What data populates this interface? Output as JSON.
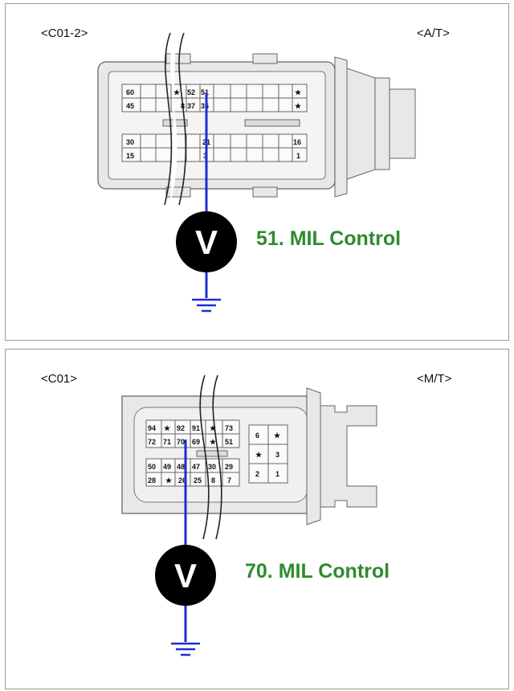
{
  "panels": [
    {
      "connector_id": "<C01-2>",
      "transmission": "<A/T>",
      "caption": "51. MIL Control",
      "pins_row1": [
        "60",
        "★",
        "52",
        "51",
        "★"
      ],
      "pins_row2": [
        "45",
        "8",
        "37",
        "36",
        "★"
      ],
      "pins_row3": [
        "30",
        "21",
        "16"
      ],
      "pins_row4": [
        "15",
        "3",
        "1"
      ],
      "meter_symbol": "V"
    },
    {
      "connector_id": "<C01>",
      "transmission": "<M/T>",
      "caption": "70. MIL Control",
      "pins_row1": [
        "94",
        "★",
        "92",
        "91",
        "★",
        "73"
      ],
      "pins_row2": [
        "72",
        "71",
        "70",
        "69",
        "★",
        "51"
      ],
      "pins_row3": [
        "50",
        "49",
        "48",
        "47",
        "30",
        "29"
      ],
      "pins_row4": [
        "28",
        "★",
        "26",
        "25",
        "8",
        "7"
      ],
      "side_pins": [
        "6",
        "★",
        "★",
        "3",
        "2",
        "1"
      ],
      "meter_symbol": "V"
    }
  ],
  "colors": {
    "probe_wire": "#1a2fd6",
    "caption": "#2e8b2e",
    "connector_fill": "#e8e8e8",
    "connector_stroke": "#666666",
    "meter_fill": "#000000"
  },
  "icons": [
    "voltmeter-icon",
    "ground-icon"
  ]
}
